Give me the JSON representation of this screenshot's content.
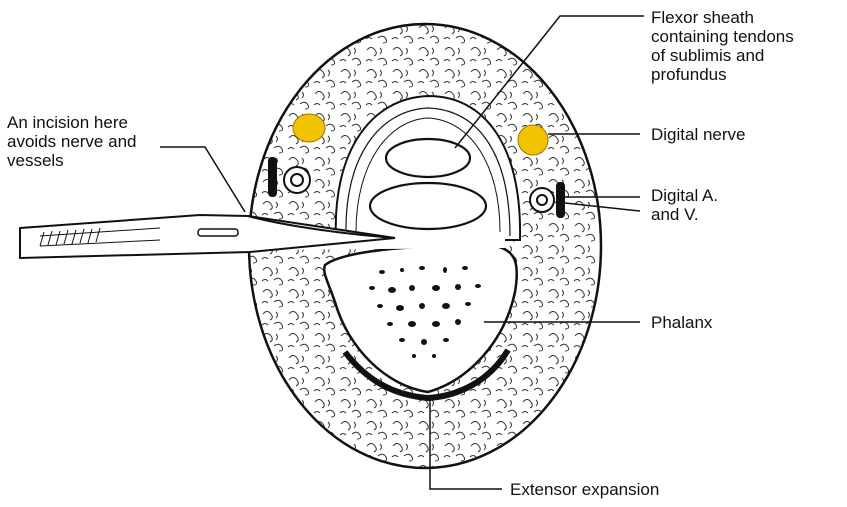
{
  "labels": {
    "flexor_sheath": [
      "Flexor sheath",
      "containing tendons",
      "of sublimis and",
      "profundus"
    ],
    "incision": [
      "An incision here",
      "avoids nerve and",
      "vessels"
    ],
    "digital_nerve": "Digital nerve",
    "digital_av": [
      "Digital A.",
      "and V."
    ],
    "phalanx": "Phalanx",
    "extensor_expansion": "Extensor expansion"
  },
  "colors": {
    "nerve": "#f2c300",
    "line": "#111111",
    "background": "#ffffff"
  }
}
